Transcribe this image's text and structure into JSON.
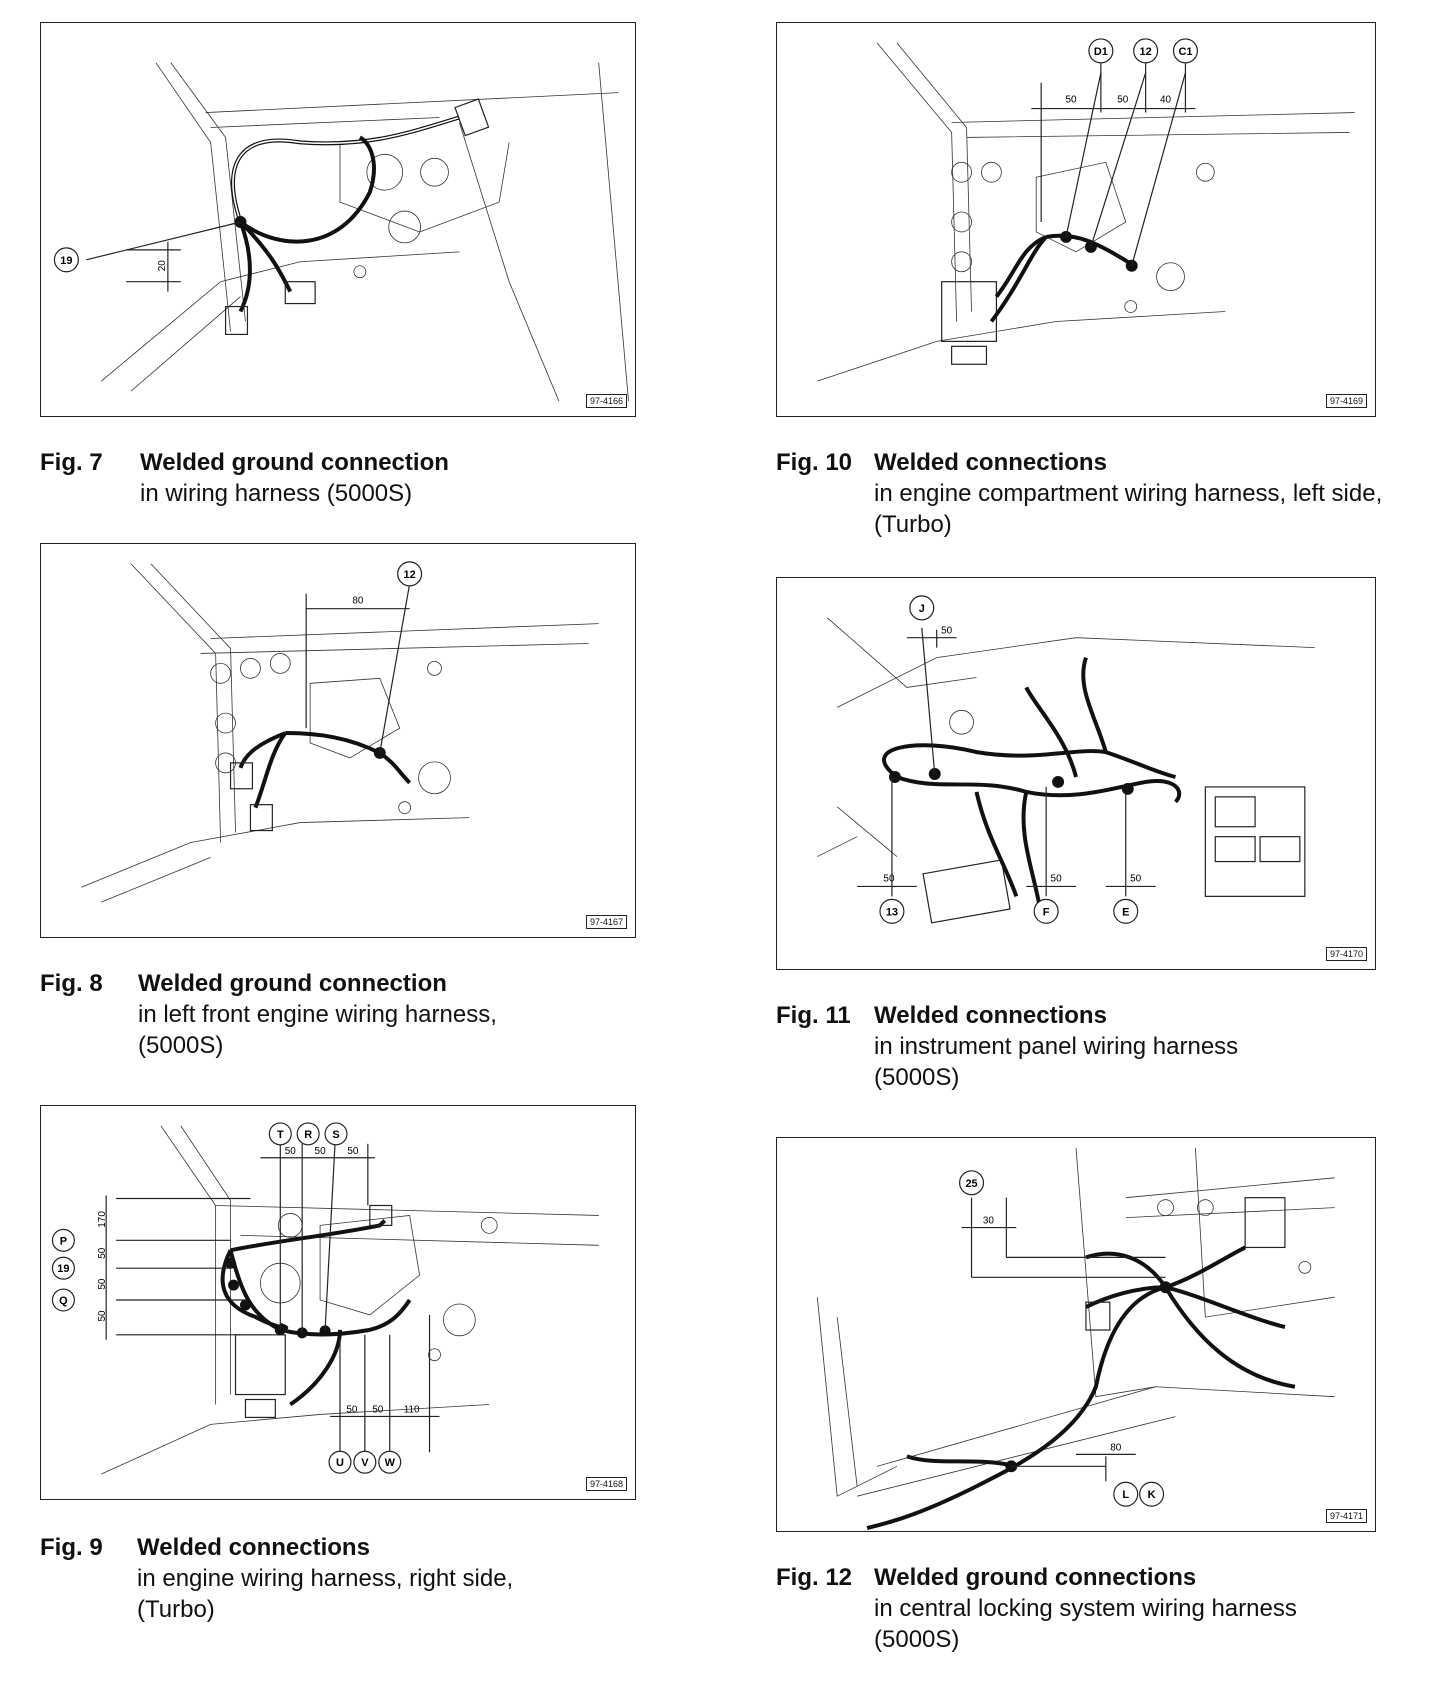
{
  "figures": {
    "fig7": {
      "number": "Fig.  7",
      "title": "Welded ground connection",
      "desc": "in wiring harness (5000S)",
      "code": "97-4166",
      "callouts": [
        "19"
      ],
      "dims": [
        "20"
      ]
    },
    "fig8": {
      "number": "Fig.  8",
      "title": "Welded ground connection",
      "desc": "in left front engine wiring harness, (5000S)",
      "code": "97-4167",
      "callouts": [
        "12"
      ],
      "dims": [
        "80"
      ]
    },
    "fig9": {
      "number": "Fig.  9",
      "title": "Welded connections",
      "desc": "in engine wiring harness, right side, (Turbo)",
      "code": "97-4168",
      "callouts": [
        "T",
        "R",
        "S",
        "P",
        "19",
        "Q",
        "U",
        "V",
        "W"
      ],
      "dims": [
        "50",
        "50",
        "50",
        "170",
        "50",
        "50",
        "50",
        "50",
        "50",
        "110"
      ]
    },
    "fig10": {
      "number": "Fig.  10",
      "title": "Welded connections",
      "desc": "in engine compartment wiring harness, left side,(Turbo)",
      "code": "97-4169",
      "callouts": [
        "D1",
        "12",
        "C1"
      ],
      "dims": [
        "50",
        "50",
        "40"
      ]
    },
    "fig11": {
      "number": "Fig.  11",
      "title": "Welded connections",
      "desc": "in instrument panel wiring harness (5000S)",
      "code": "97-4170",
      "callouts": [
        "J",
        "13",
        "F",
        "E"
      ],
      "dims": [
        "50",
        "50",
        "50",
        "50"
      ]
    },
    "fig12": {
      "number": "Fig.  12",
      "title": "Welded ground connections",
      "desc": "in central locking system wiring harness (5000S)",
      "code": "97-4171",
      "callouts": [
        "25",
        "L",
        "K"
      ],
      "dims": [
        "30",
        "80"
      ]
    }
  }
}
